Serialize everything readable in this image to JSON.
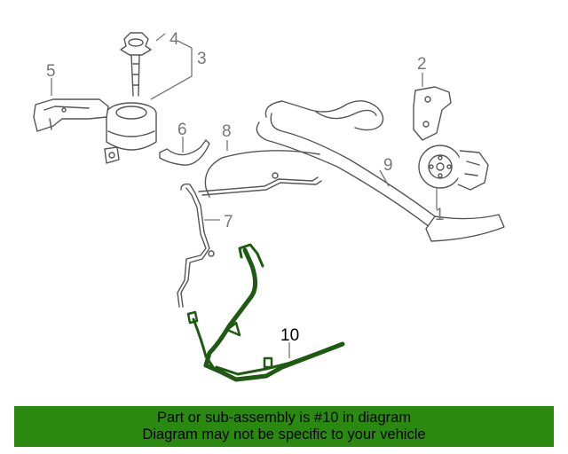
{
  "diagram": {
    "callouts": [
      {
        "id": "1",
        "label": "1"
      },
      {
        "id": "2",
        "label": "2"
      },
      {
        "id": "3",
        "label": "3"
      },
      {
        "id": "4",
        "label": "4"
      },
      {
        "id": "5",
        "label": "5"
      },
      {
        "id": "6",
        "label": "6"
      },
      {
        "id": "7",
        "label": "7"
      },
      {
        "id": "8",
        "label": "8"
      },
      {
        "id": "9",
        "label": "9"
      },
      {
        "id": "10",
        "label": "10",
        "highlighted": true
      }
    ],
    "highlight_color": "#1f5a12"
  },
  "banner": {
    "line1": "Part or sub-assembly is #10 in diagram",
    "line2": "Diagram may not be specific to your vehicle",
    "background": "#2a8a0f"
  }
}
